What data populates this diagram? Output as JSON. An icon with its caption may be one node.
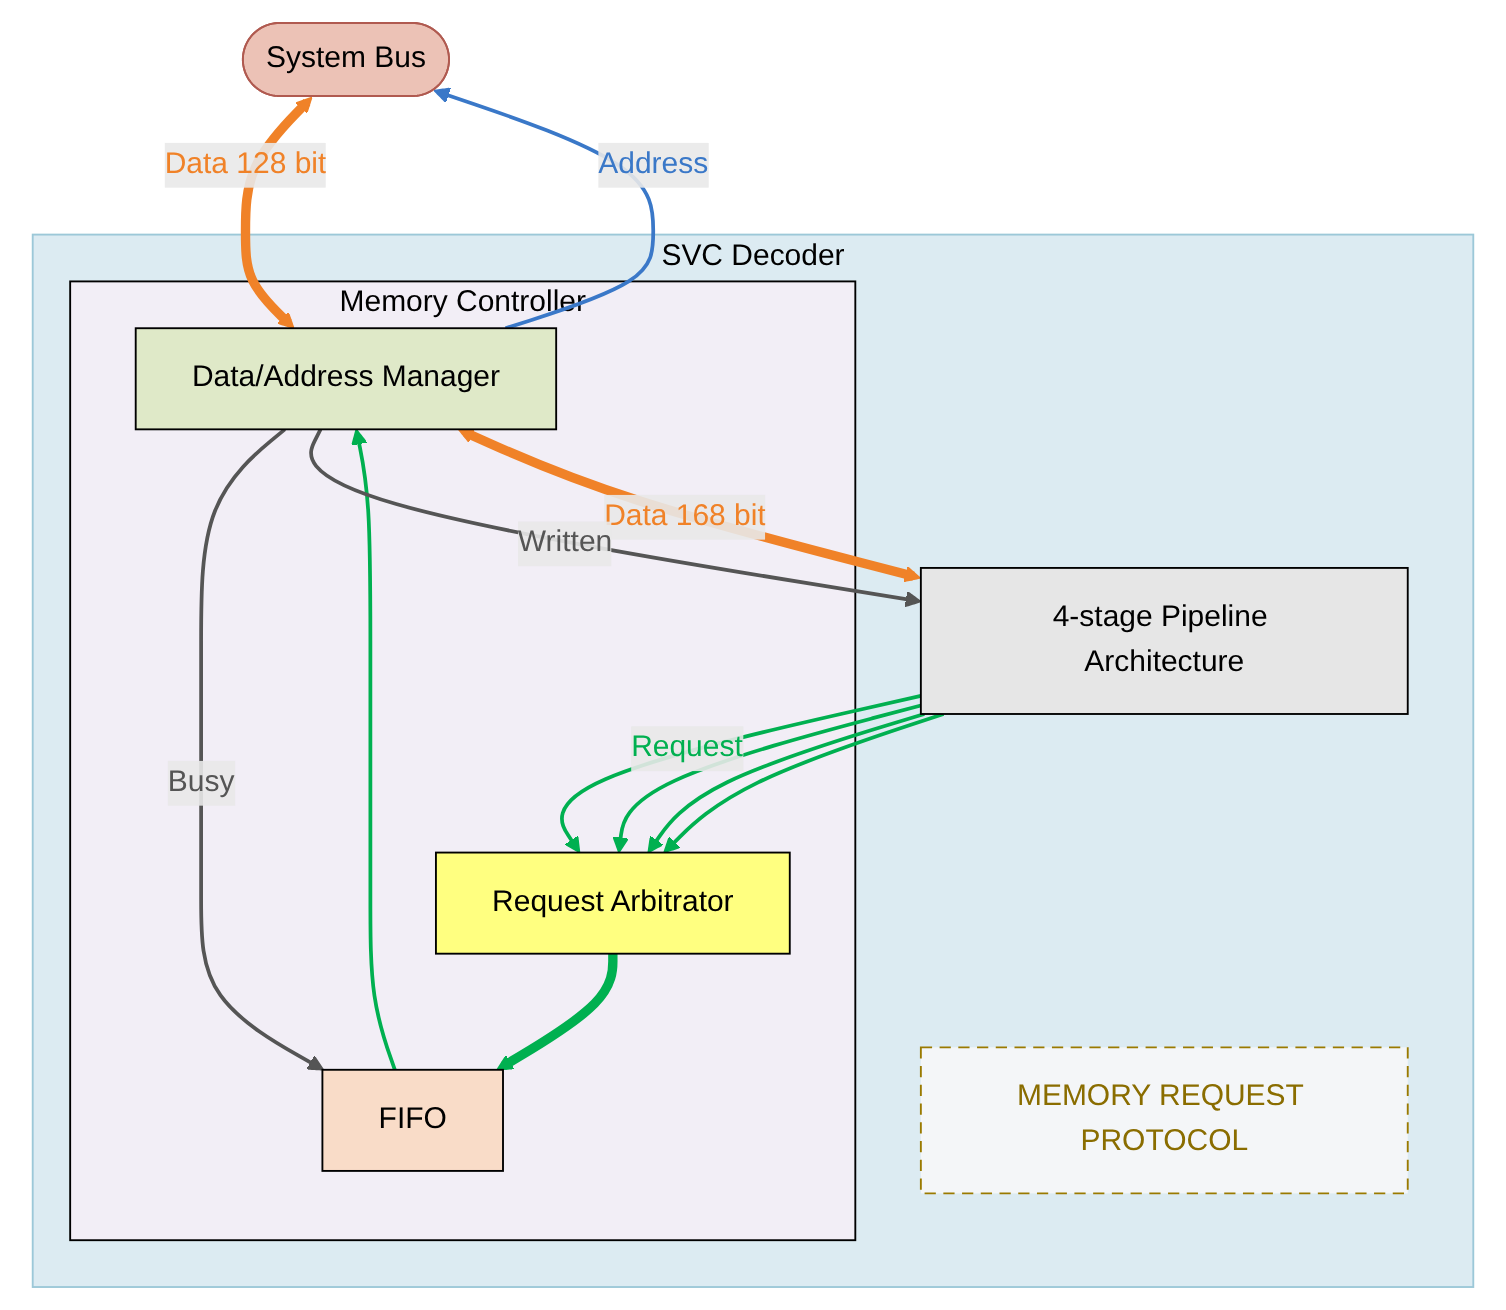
{
  "diagram": {
    "nodes": [
      {
        "text": [
          "System Bus"
        ]
      },
      {
        "text": [
          "SVC Decoder"
        ]
      },
      {
        "text": [
          "Memory Controller"
        ],
        "in": 1
      },
      {
        "text": [
          "Data/Address Manager"
        ],
        "in": 2
      },
      {
        "text": [
          "FIFO"
        ],
        "in": 2
      },
      {
        "text": [
          "Request Arbitrator"
        ],
        "in": 2
      },
      {
        "text": [
          "MEMORY REQUEST PROTOCOL"
        ],
        "in": 1
      },
      {
        "text": [
          "4-stage Pipeline Architecture"
        ],
        "in": 1
      }
    ],
    "edges": [
      {
        "from": 0,
        "to": 3,
        "arrow": "both",
        "label": "Data 128 bit",
        "style": "thick",
        "color": "#f08228"
      },
      {
        "from": 3,
        "to": 0,
        "arrow": "to",
        "label": "Address",
        "color": "#3a78c8"
      },
      {
        "from": 4,
        "to": 3,
        "arrow": "to"
      },
      {
        "from": 3,
        "to": 4,
        "arrow": "to",
        "label": "Busy",
        "color": "#555555"
      },
      {
        "from": 5,
        "to": 4,
        "arrow": "to",
        "style": "thick"
      },
      {
        "from": 7,
        "to": 3,
        "arrow": "both",
        "label": "Data 168 bit",
        "style": "thick",
        "color": "#f08228"
      },
      {
        "from": 3,
        "to": 7,
        "arrow": "to",
        "label": "Written",
        "color": "#555555"
      },
      {
        "from": 7,
        "to": 5,
        "arrow": "to",
        "label": "Request"
      },
      {
        "from": 7,
        "to": 5,
        "arrow": "to"
      },
      {
        "from": 7,
        "to": 5,
        "arrow": "to"
      },
      {
        "from": 7,
        "to": 5,
        "arrow": "to"
      }
    ]
  }
}
